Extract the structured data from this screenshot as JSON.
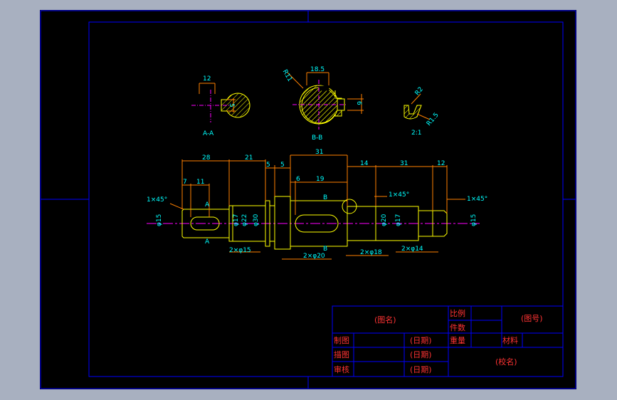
{
  "colors": {
    "background": "#000000",
    "frame": "#0000ff",
    "part": "#ffff00",
    "dimension": "#00ffff",
    "dim_line": "#ff8000",
    "centerline": "#ff00ff",
    "hatch": "#ffff00",
    "title_text": "#ff3333",
    "outer": "#a8b0c0"
  },
  "sections": {
    "aa": {
      "width": "12",
      "key": "5",
      "label": "A-A"
    },
    "bb": {
      "width": "18.5",
      "key": "6",
      "radius": "R11",
      "label": "B-B"
    },
    "detail": {
      "r1": "R2",
      "r2": "R1.5",
      "label": "2:1"
    }
  },
  "top_dims": [
    "28",
    "21",
    "5",
    "5",
    "31",
    "6",
    "19",
    "14",
    "31",
    "12",
    "7",
    "11"
  ],
  "dia_dims": [
    "φ15",
    "φ17",
    "φ22",
    "φ30",
    "φ20",
    "φ17",
    "φ15"
  ],
  "chamfers": [
    "1×45°",
    "1×45°",
    "1×45°"
  ],
  "section_marks": [
    "A",
    "A",
    "B",
    "B"
  ],
  "bottom_dims": [
    "2×φ15",
    "2×φ20",
    "2×φ18",
    "2×φ14"
  ],
  "title_block": {
    "drawing_name": "(图名)",
    "ratio_label": "比例",
    "qty_label": "件数",
    "drawing_no": "(图号)",
    "drawn_label": "制图",
    "drawn_date": "(日期)",
    "weight_label": "重量",
    "material_label": "材料",
    "traced_label": "描图",
    "traced_date": "(日期)",
    "review_label": "审核",
    "review_date": "(日期)",
    "school": "(校名)"
  }
}
